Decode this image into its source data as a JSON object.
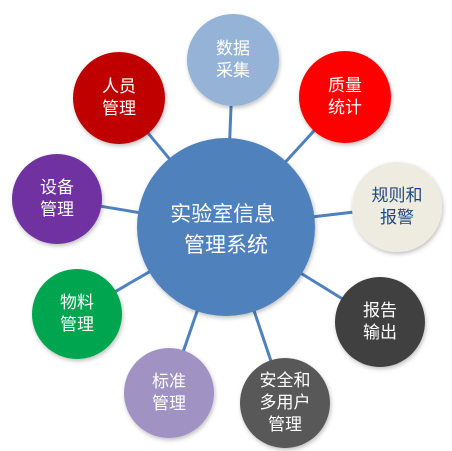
{
  "center": {
    "lines": [
      "实验室信息",
      "管理系统"
    ],
    "fill": "#4f81bd"
  },
  "connector_color": "#4f81bd",
  "nodes": [
    {
      "id": "data-collection",
      "lines": [
        "数据",
        "采集"
      ],
      "fill": "#95b3d7",
      "text_color": "#ffffff"
    },
    {
      "id": "quality-stats",
      "lines": [
        "质量",
        "统计"
      ],
      "fill": "#ff0000",
      "text_color": "#ffffff"
    },
    {
      "id": "rules-alerts",
      "lines": [
        "规则和",
        "报警"
      ],
      "fill": "#eeece1",
      "text_color": "#1f497d"
    },
    {
      "id": "report-output",
      "lines": [
        "报告",
        "输出"
      ],
      "fill": "#404040",
      "text_color": "#ffffff"
    },
    {
      "id": "security-multiuser",
      "lines": [
        "安全和",
        "多用户",
        "管理"
      ],
      "fill": "#595959",
      "text_color": "#ffffff"
    },
    {
      "id": "standards-management",
      "lines": [
        "标准",
        "管理"
      ],
      "fill": "#a092c3",
      "text_color": "#ffffff"
    },
    {
      "id": "materials-management",
      "lines": [
        "物料",
        "管理"
      ],
      "fill": "#00a550",
      "text_color": "#ffffff"
    },
    {
      "id": "equipment-management",
      "lines": [
        "设备",
        "管理"
      ],
      "fill": "#7030a0",
      "text_color": "#ffffff"
    },
    {
      "id": "personnel-management",
      "lines": [
        "人员",
        "管理"
      ],
      "fill": "#c00000",
      "text_color": "#ffffff"
    }
  ]
}
